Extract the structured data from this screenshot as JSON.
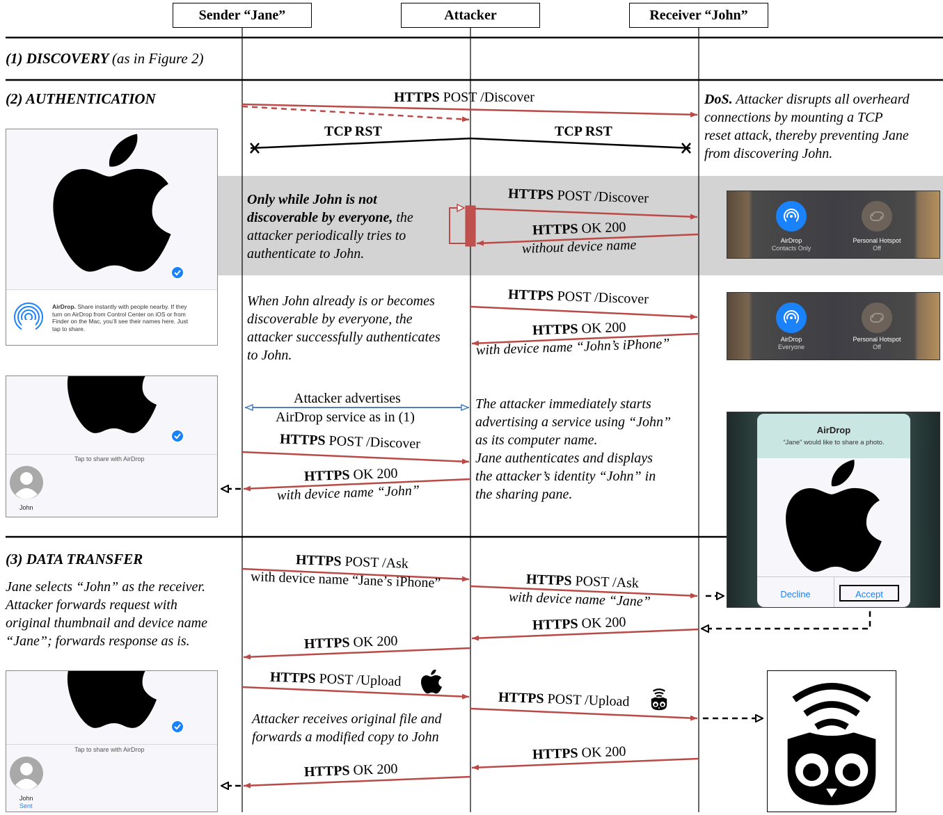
{
  "headers": {
    "sender": "Sender “Jane”",
    "attacker": "Attacker",
    "receiver": "Receiver “John”"
  },
  "phases": {
    "discovery": {
      "title": "(1) DISCOVERY",
      "note": "(as in Figure 2)"
    },
    "authentication": {
      "title": "(2) AUTHENTICATION"
    },
    "data_transfer": {
      "title": "(3) DATA TRANSFER"
    }
  },
  "dos": {
    "lead": "DoS.",
    "text_line1": " Attacker disrupts all overheard",
    "text_rest": "connections by mounting a TCP\nreset attack, thereby preventing Jane\nfrom discovering John."
  },
  "messages": {
    "discover1": {
      "proto": "HTTPS",
      "rest": " POST /Discover"
    },
    "rst_left": "TCP RST",
    "rst_right": "TCP RST",
    "discover2": {
      "proto": "HTTPS",
      "rest": " POST /Discover"
    },
    "ok2": {
      "proto": "HTTPS",
      "rest": " OK 200",
      "sub": "without device name"
    },
    "discover3": {
      "proto": "HTTPS",
      "rest": " POST /Discover"
    },
    "ok3": {
      "proto": "HTTPS",
      "rest": " OK 200",
      "sub": "with device name “John’s iPhone”"
    },
    "advert": {
      "line1": "Attacker advertises",
      "line2": "AirDrop service as in (1)"
    },
    "discover4": {
      "proto": "HTTPS",
      "rest": " POST /Discover"
    },
    "ok4": {
      "proto": "HTTPS",
      "rest": " OK 200",
      "sub": "with device name “John”"
    },
    "ask1": {
      "proto": "HTTPS",
      "rest": " POST /Ask",
      "sub": "with device name “Jane’s iPhone”"
    },
    "ask2": {
      "proto": "HTTPS",
      "rest": " POST /Ask",
      "sub": "with device name “Jane”"
    },
    "ok_ask2": {
      "proto": "HTTPS",
      "rest": " OK 200"
    },
    "ok_ask1": {
      "proto": "HTTPS",
      "rest": " OK 200"
    },
    "upload1": {
      "proto": "HTTPS",
      "rest": " POST /Upload"
    },
    "upload2": {
      "proto": "HTTPS",
      "rest": " POST /Upload"
    },
    "ok_up2": {
      "proto": "HTTPS",
      "rest": " OK 200"
    },
    "ok_up1": {
      "proto": "HTTPS",
      "rest": " OK 200"
    }
  },
  "notes": {
    "not_discoverable_bold": "Only while John is not\ndiscoverable by everyone,",
    "not_discoverable_rest": " the\nattacker periodically tries to\nauthenticate to John.",
    "discoverable": "When John already is or becomes\ndiscoverable by everyone, the\nattacker successfully authenticates\nto John.",
    "advertising": "The attacker immediately starts\nadvertising a service using “John”\nas its computer name.\nJane authenticates and displays\nthe attacker’s identity “John” in\nthe sharing pane.",
    "jane_selects": "Jane selects “John” as the receiver.\nAttacker forwards request with\noriginal thumbnail and device name\n“Jane”; forwards response as is.",
    "attacker_receives": "Attacker receives original file and\nforwards a modified copy to John"
  },
  "phone1": {
    "bold": "AirDrop.",
    "text": " Share instantly with people nearby. If they\nturn on AirDrop from Control Center on iOS or from\nFinder on the Mac, you’ll see their names here. Just\ntap to share."
  },
  "phone2": {
    "tap": "Tap to share with AirDrop",
    "name": "John"
  },
  "phone3": {
    "tap": "Tap to share with AirDrop",
    "name": "John",
    "status": "Sent"
  },
  "panel1": {
    "left_title": "AirDrop",
    "left_sub": "Contacts Only",
    "right_title": "Personal Hotspot",
    "right_sub": "Off"
  },
  "panel2": {
    "left_title": "AirDrop",
    "left_sub": "Everyone",
    "right_title": "Personal Hotspot",
    "right_sub": "Off"
  },
  "dialog": {
    "title": "AirDrop",
    "subtitle": "“Jane” would like to share a photo.",
    "decline": "Decline",
    "accept": "Accept"
  },
  "colors": {
    "message": "#b94a48",
    "advert": "#4a7fc1",
    "band": "#d3d3d3",
    "ios_blue": "#1a82fb"
  }
}
